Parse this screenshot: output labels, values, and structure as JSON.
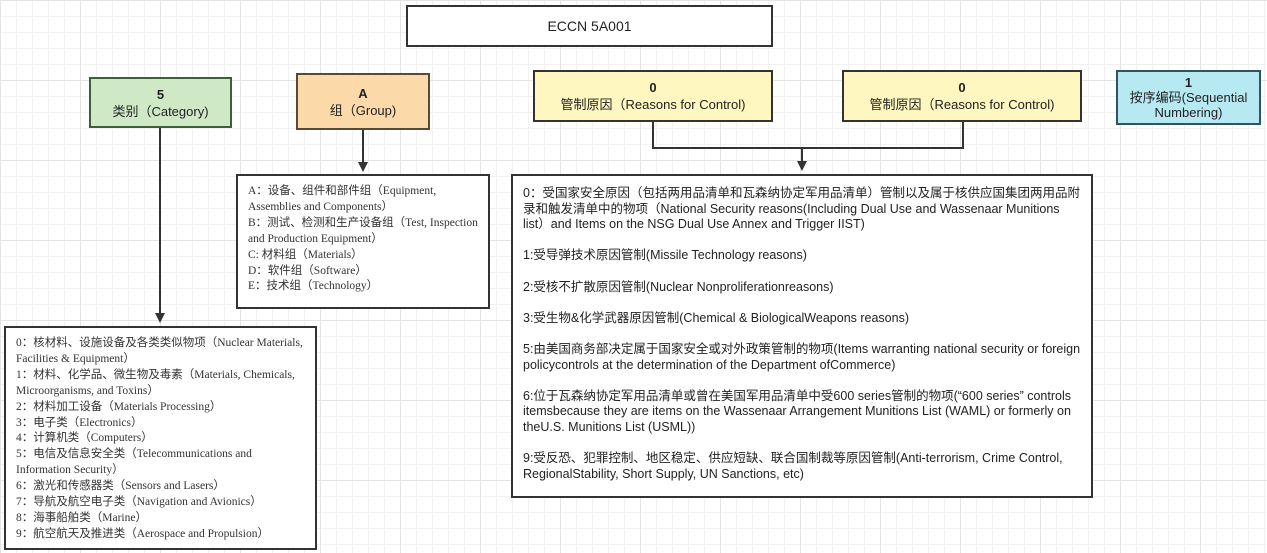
{
  "title": "ECCN 5A001",
  "category": {
    "code": "5",
    "label": "类别（Category)"
  },
  "group": {
    "code": "A",
    "label": "组（Group)"
  },
  "reason1": {
    "code": "0",
    "label": "管制原因（Reasons for Control)"
  },
  "reason2": {
    "code": "0",
    "label": "管制原因（Reasons for Control)"
  },
  "sequence": {
    "code": "1",
    "label": "按序编码(Sequential Numbering)"
  },
  "group_list": [
    "A：设备、组件和部件组（Equipment, Assemblies and Components）",
    "B：测试、检测和生产设备组（Test, Inspection and Production Equipment）",
    "C: 材料组（Materials）",
    "D：软件组（Software）",
    "E：技术组（Technology）"
  ],
  "category_list": [
    "0：核材料、设施设备及各类类似物项（Nuclear Materials, Facilities & Equipment）",
    "1：材料、化学品、微生物及毒素（Materials, Chemicals, Microorganisms, and Toxins）",
    "2：材料加工设备（Materials Processing）",
    "3：电子类（Electronics）",
    "4：计算机类（Computers）",
    "5：电信及信息安全类（Telecommunications and Information Security）",
    "6：激光和传感器类（Sensors and Lasers）",
    "7：导航及航空电子类（Navigation and Avionics）",
    "8：海事船舶类（Marine）",
    "9：航空航天及推进类（Aerospace and Propulsion）"
  ],
  "reasons_list": [
    "0：受国家安全原因（包括两用品清单和瓦森纳协定军用品清单）管制以及属于核供应国集团两用品附录和触发清单中的物项（National Security reasons(Including Dual Use and Wassenaar Munitions list）and Items on the NSG Dual Use Annex and Trigger IIST)",
    "1:受导弹技术原因管制(Missile Technology reasons)",
    "2:受核不扩散原因管制(Nuclear Nonproliferationreasons)",
    "3:受生物&化学武器原因管制(Chemical & BiologicalWeapons reasons)",
    "5:由美国商务部决定属于国家安全或对外政策管制的物项(Items warranting national security or foreign policycontrols at the determination of the Department ofCommerce)",
    "6:位于瓦森纳协定军用品清单或曾在美国军用品清单中受600 series管制的物项(“600 series” controls itemsbecause they are items on the Wassenaar Arrangement Munitions List (WAML) or formerly on theU.S. Munitions List (USML))",
    "9:受反恐、犯罪控制、地区稳定、供应短缺、联合国制裁等原因管制(Anti-terrorism, Crime Control, RegionalStability, Short Supply, UN Sanctions, etc)"
  ],
  "colors": {
    "category_fill": "#cfe9c6",
    "group_fill": "#fcd9a8",
    "reason_fill": "#fff6c0",
    "sequence_fill": "#b6e9f2",
    "line": "#333333"
  }
}
